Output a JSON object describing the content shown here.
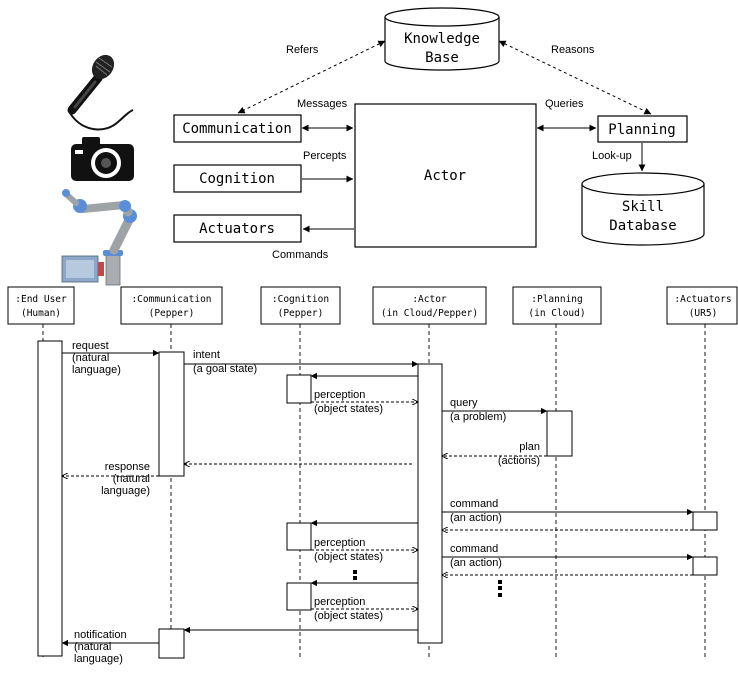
{
  "arch": {
    "knowledge_base": [
      "Knowledge",
      "Base"
    ],
    "skill_database": [
      "Skill",
      "Database"
    ],
    "communication": "Communication",
    "cognition": "Cognition",
    "actuators": "Actuators",
    "actor": "Actor",
    "planning": "Planning",
    "refers": "Refers",
    "reasons": "Reasons",
    "messages": "Messages",
    "queries": "Queries",
    "percepts": "Percepts",
    "commands": "Commands",
    "lookup": "Look-up"
  },
  "images": [
    "microphone-icon",
    "camera-icon",
    "robot-arm-icon"
  ],
  "lifelines": [
    {
      "key": "end_user",
      "title": ":End User",
      "sub": "(Human)"
    },
    {
      "key": "communication",
      "title": ":Communication",
      "sub": "(Pepper)"
    },
    {
      "key": "cognition",
      "title": ":Cognition",
      "sub": "(Pepper)"
    },
    {
      "key": "actor",
      "title": ":Actor",
      "sub": "(in Cloud/Pepper)"
    },
    {
      "key": "planning",
      "title": ":Planning",
      "sub": "(in Cloud)"
    },
    {
      "key": "actuators",
      "title": ":Actuators",
      "sub": "(UR5)"
    }
  ],
  "messages": [
    {
      "from": "end_user",
      "to": "communication",
      "type": "sync",
      "lines": [
        "request",
        "(natural",
        "language)"
      ]
    },
    {
      "from": "communication",
      "to": "actor",
      "type": "sync",
      "lines": [
        "intent",
        "(a goal state)"
      ]
    },
    {
      "from": "actor",
      "to": "cognition",
      "type": "sync",
      "lines": []
    },
    {
      "from": "cognition",
      "to": "actor",
      "type": "return",
      "lines": [
        "perception",
        "(object states)"
      ]
    },
    {
      "from": "actor",
      "to": "planning",
      "type": "sync",
      "lines": [
        "query",
        "(a problem)"
      ]
    },
    {
      "from": "planning",
      "to": "actor",
      "type": "return",
      "lines": [
        "plan",
        "(actions)"
      ]
    },
    {
      "from": "actor",
      "to": "communication",
      "type": "return",
      "lines": []
    },
    {
      "from": "communication",
      "to": "end_user",
      "type": "return",
      "lines": [
        "response",
        "(natural",
        "language)"
      ]
    },
    {
      "from": "actor",
      "to": "actuators",
      "type": "sync",
      "lines": [
        "command",
        "(an action)"
      ]
    },
    {
      "from": "actuators",
      "to": "actor",
      "type": "return",
      "lines": []
    },
    {
      "from": "actor",
      "to": "cognition",
      "type": "sync",
      "lines": []
    },
    {
      "from": "cognition",
      "to": "actor",
      "type": "return",
      "lines": [
        "perception",
        "(object states)"
      ]
    },
    {
      "from": "actor",
      "to": "actuators",
      "type": "sync",
      "lines": [
        "command",
        "(an action)"
      ]
    },
    {
      "from": "actuators",
      "to": "actor",
      "type": "return",
      "lines": []
    },
    {
      "from": "actor",
      "to": "cognition",
      "type": "sync",
      "lines": []
    },
    {
      "from": "cognition",
      "to": "actor",
      "type": "return",
      "lines": [
        "perception",
        "(object states)"
      ]
    },
    {
      "from": "actor",
      "to": "communication",
      "type": "sync",
      "lines": []
    },
    {
      "from": "communication",
      "to": "end_user",
      "type": "sync",
      "lines": [
        "notification",
        "(natural",
        "language)"
      ]
    }
  ]
}
